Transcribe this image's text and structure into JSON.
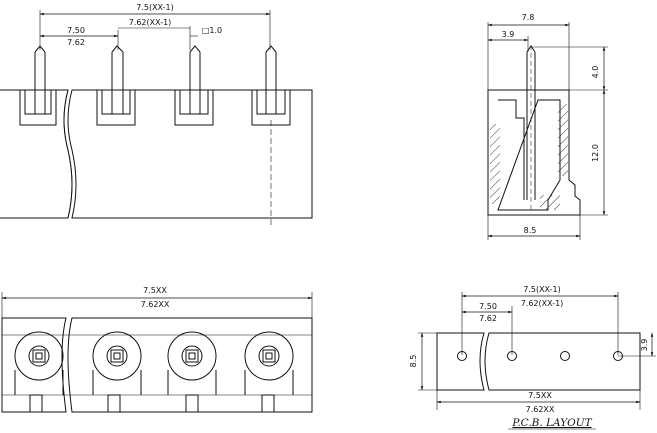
{
  "dimensions": {
    "front_view": {
      "overall_pitch": "7.5(XX-1)",
      "pitch_alt_span": "7.62(XX-1)",
      "pitch": "7.50",
      "pitch_alt": "7.62",
      "pin_size": "□1.0"
    },
    "side_view": {
      "width": "7.8",
      "pin_offset": "3.9",
      "pin_height": "4.0",
      "body_height": "12.0",
      "base_width": "8.5"
    },
    "bottom_view": {
      "length": "7.5XX",
      "length_alt": "7.62XX"
    },
    "pcb_layout": {
      "title": "P.C.B. LAYOUT",
      "span": "7.5(XX-1)",
      "span_alt": "7.62(XX-1)",
      "pitch": "7.50",
      "pitch_alt": "7.62",
      "height": "8.5",
      "hole_offset": "3.9",
      "length": "7.5XX",
      "length_alt": "7.62XX"
    }
  }
}
